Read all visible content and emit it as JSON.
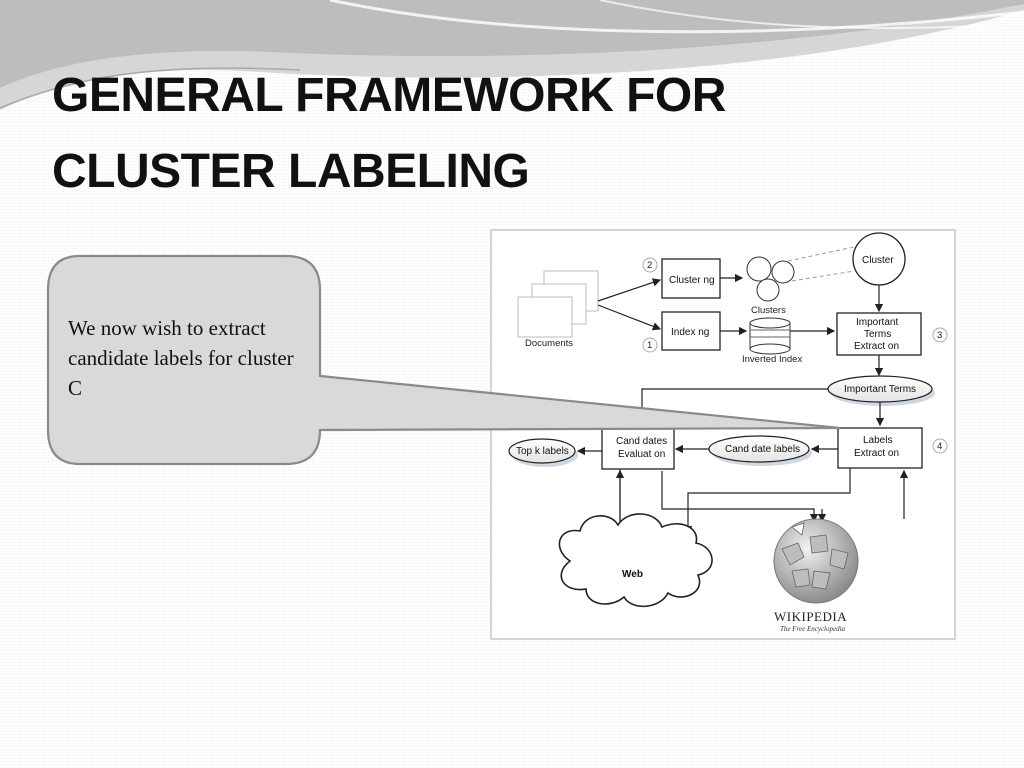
{
  "slide": {
    "title_line1": "GENERAL FRAMEWORK FOR",
    "title_line2": "CLUSTER LABELING",
    "callout_text": "We now wish to extract candidate labels for cluster C"
  },
  "diagram": {
    "documents_label": "Documents",
    "clustering_label": "Cluster ng",
    "indexing_label": "Index ng",
    "clusters_label": "Clusters",
    "inverted_index_label": "Inverted Index",
    "cluster_label": "Cluster",
    "important_terms_extraction_line1": "Important",
    "important_terms_extraction_line2": "Terms",
    "important_terms_extraction_line3": "Extract on",
    "important_terms_label": "Important Terms",
    "labels_extraction_line1": "Labels",
    "labels_extraction_line2": "Extract on",
    "candidate_labels_label": "Cand date labels",
    "candidates_evaluation_line1": "Cand dates",
    "candidates_evaluation_line2": "Evaluat on",
    "top_k_labels_label": "Top k labels",
    "web_label": "Web",
    "wikipedia_wordmark": "WIKIPEDIA",
    "wikipedia_tagline": "The Free Encyclopedia",
    "step_numbers": [
      "1",
      "2",
      "3",
      "4"
    ]
  },
  "colors": {
    "callout_fill": "#d9d9d9",
    "callout_border": "#8a8a8a",
    "swoosh_gray": "#c8c8c8"
  }
}
